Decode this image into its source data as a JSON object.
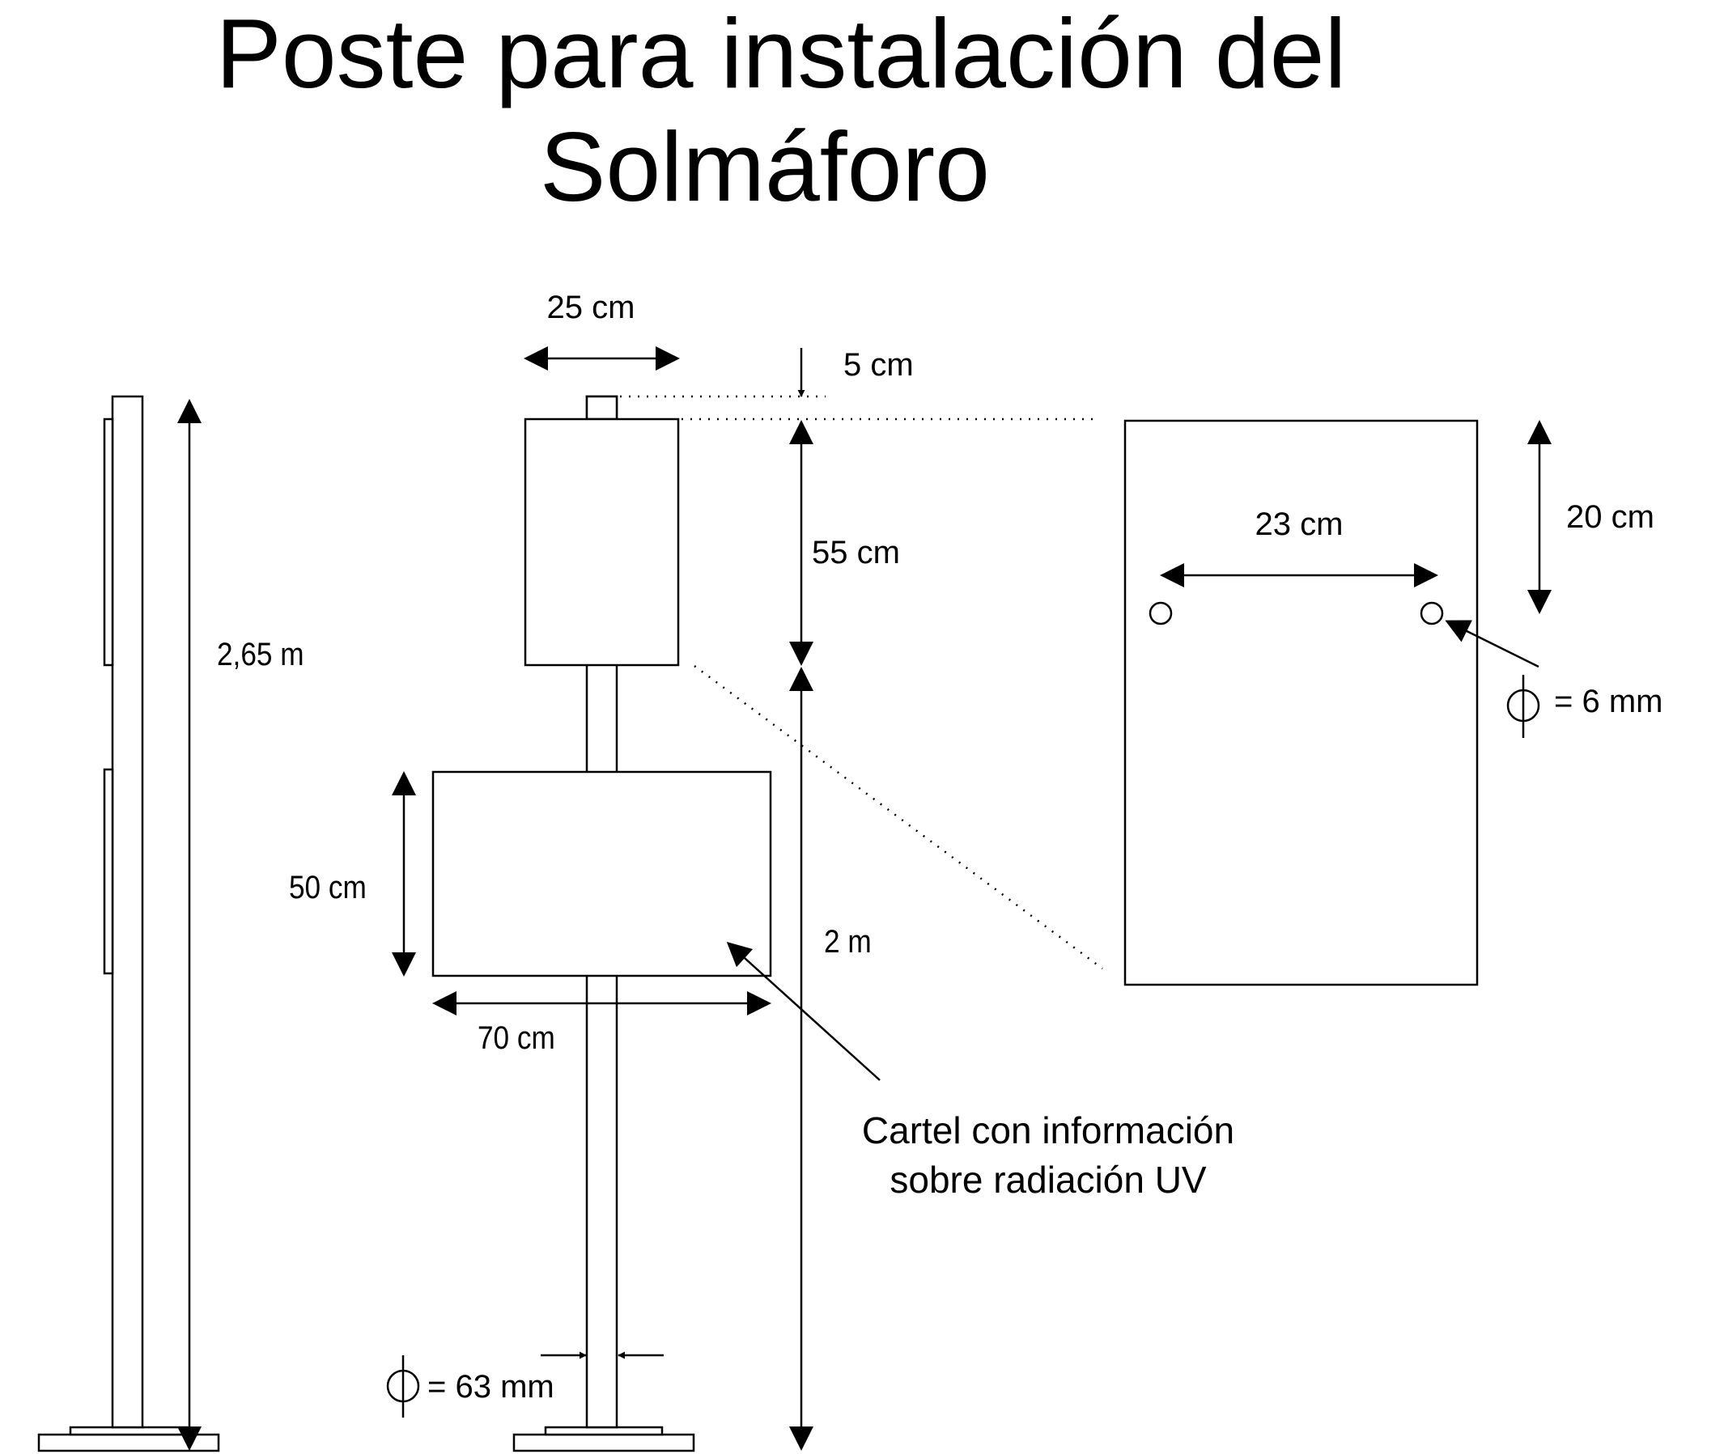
{
  "title": {
    "line1": "Poste para instalación del",
    "line2": "Solmáforo"
  },
  "side_view": {
    "height_label": "2,65 m"
  },
  "front_view": {
    "top_panel_width_label": "25 cm",
    "top_cap_label": "5 cm",
    "top_panel_height_label": "55 cm",
    "pole_height_label": "2 m",
    "sign_height_label": "50 cm",
    "sign_width_label": "70 cm",
    "pole_diameter_label": "= 63 mm"
  },
  "callout": {
    "line1": "Cartel con información",
    "line2": "sobre radiación UV"
  },
  "detail_view": {
    "hole_spacing_label": "23 cm",
    "hole_offset_label": "20 cm",
    "hole_diameter_label": "= 6 mm"
  }
}
